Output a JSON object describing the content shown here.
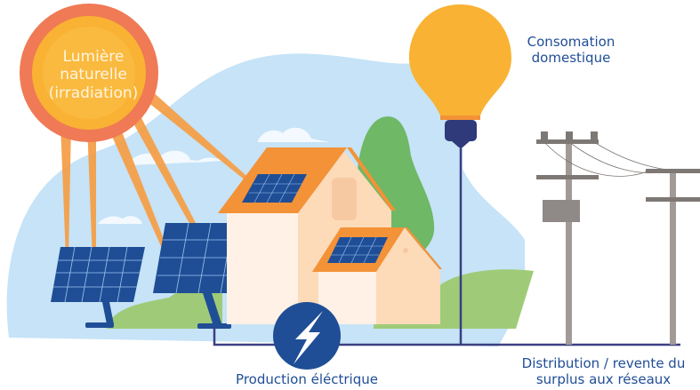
{
  "title": "Schéma d'une installation photovoltaïque",
  "labels": {
    "sun": "Lumière naturelle (irradiation)",
    "bulb": "Consomation domestique",
    "production": "Production éléctrique",
    "distribution": "Distribution / revente du surplus aux réseaux"
  },
  "colors": {
    "sky": "#c6e3f7",
    "sun_inner": "#f9b233",
    "sun_outer": "#ef7a55",
    "ray": "#f5a04a",
    "panel": "#1f4e96",
    "panel_grid": "#9dc3f0",
    "roof": "#f39237",
    "wall_light": "#fff1e6",
    "wall_dark": "#fddab8",
    "tree": "#6eb866",
    "grass": "#9fcb78",
    "wire": "#3b3f82",
    "text_blue": "#1f4e96",
    "pole": "#a29a96",
    "bulb": "#f9b233",
    "bulb_base": "#2f3a7a"
  },
  "icons": {
    "production": "lightning-bolt-icon",
    "consumption": "light-bulb-icon",
    "source": "sun-icon",
    "grid": "power-pole-icon"
  }
}
